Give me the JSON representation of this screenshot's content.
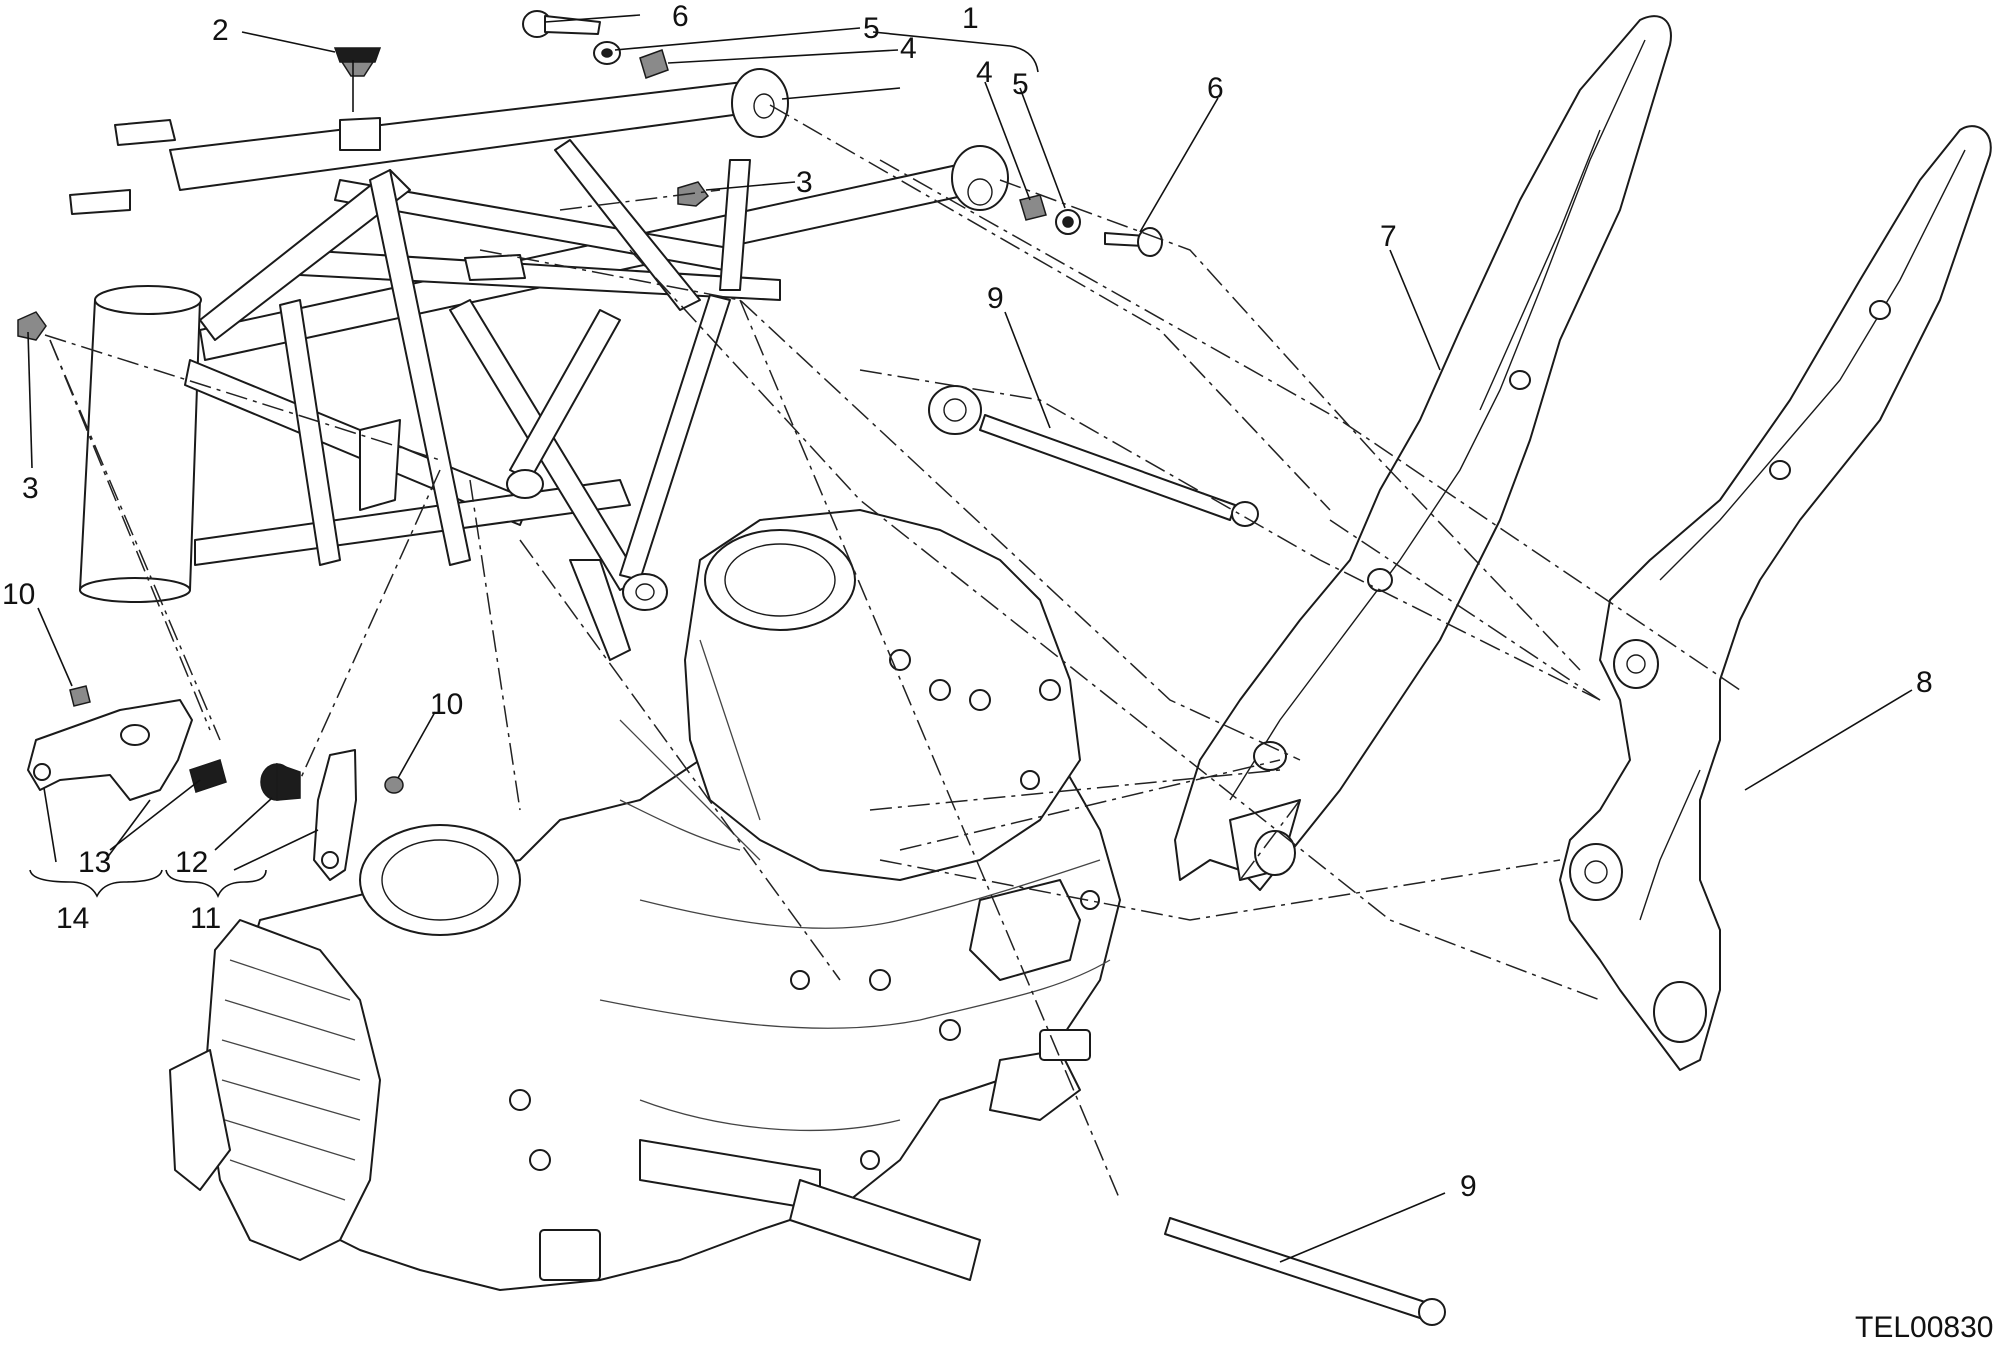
{
  "diagram_code": "TEL00830",
  "callouts": [
    {
      "id": "c1",
      "label": "1"
    },
    {
      "id": "c2",
      "label": "2"
    },
    {
      "id": "c3a",
      "label": "3"
    },
    {
      "id": "c3b",
      "label": "3"
    },
    {
      "id": "c4a",
      "label": "4"
    },
    {
      "id": "c4b",
      "label": "4"
    },
    {
      "id": "c5a",
      "label": "5"
    },
    {
      "id": "c5b",
      "label": "5"
    },
    {
      "id": "c6a",
      "label": "6"
    },
    {
      "id": "c6b",
      "label": "6"
    },
    {
      "id": "c7",
      "label": "7"
    },
    {
      "id": "c8",
      "label": "8"
    },
    {
      "id": "c9a",
      "label": "9"
    },
    {
      "id": "c9b",
      "label": "9"
    },
    {
      "id": "c10a",
      "label": "10"
    },
    {
      "id": "c10b",
      "label": "10"
    },
    {
      "id": "c11",
      "label": "11"
    },
    {
      "id": "c12",
      "label": "12"
    },
    {
      "id": "c13",
      "label": "13"
    },
    {
      "id": "c14",
      "label": "14"
    }
  ]
}
